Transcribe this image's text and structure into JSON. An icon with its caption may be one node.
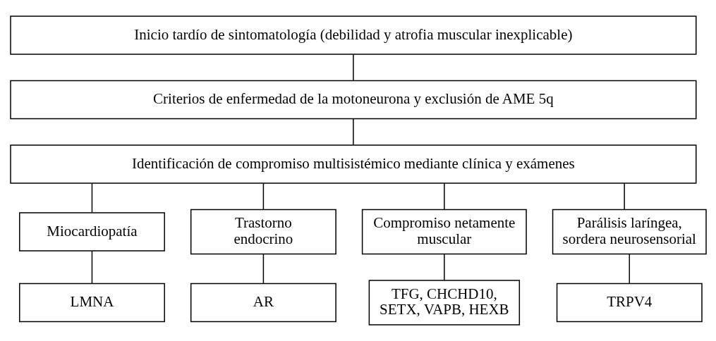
{
  "diagram": {
    "nodes": [
      {
        "text": [
          "Inicio tardío de sintomatología (debilidad y atrofia muscular inexplicable)"
        ]
      },
      {
        "text": [
          "Criterios de enfermedad de la motoneurona y exclusión de AME 5q"
        ]
      },
      {
        "text": [
          "Identificación de compromiso multisistémico mediante clínica y exámenes"
        ]
      },
      {
        "text": [
          "Miocardiopatía"
        ]
      },
      {
        "text": [
          "Trastorno endocrino"
        ]
      },
      {
        "text": [
          "Compromiso netamente muscular"
        ]
      },
      {
        "text": [
          "Parálisis laríngea, sordera neurosensorial"
        ]
      },
      {
        "text": [
          "LMNA"
        ]
      },
      {
        "text": [
          "AR"
        ]
      },
      {
        "text": [
          "TFG, CHCHD10, SETX, VAPB, HEXB"
        ]
      },
      {
        "text": [
          "TRPV4"
        ]
      }
    ],
    "edges": [
      {
        "from": 0,
        "to": 1,
        "arrow": "none"
      },
      {
        "from": 1,
        "to": 2,
        "arrow": "none"
      },
      {
        "from": 2,
        "to": 3,
        "arrow": "none"
      },
      {
        "from": 2,
        "to": 4,
        "arrow": "none"
      },
      {
        "from": 2,
        "to": 5,
        "arrow": "none"
      },
      {
        "from": 2,
        "to": 6,
        "arrow": "none"
      },
      {
        "from": 3,
        "to": 7,
        "arrow": "none"
      },
      {
        "from": 4,
        "to": 8,
        "arrow": "none"
      },
      {
        "from": 5,
        "to": 9,
        "arrow": "none"
      },
      {
        "from": 6,
        "to": 10,
        "arrow": "none"
      }
    ]
  }
}
